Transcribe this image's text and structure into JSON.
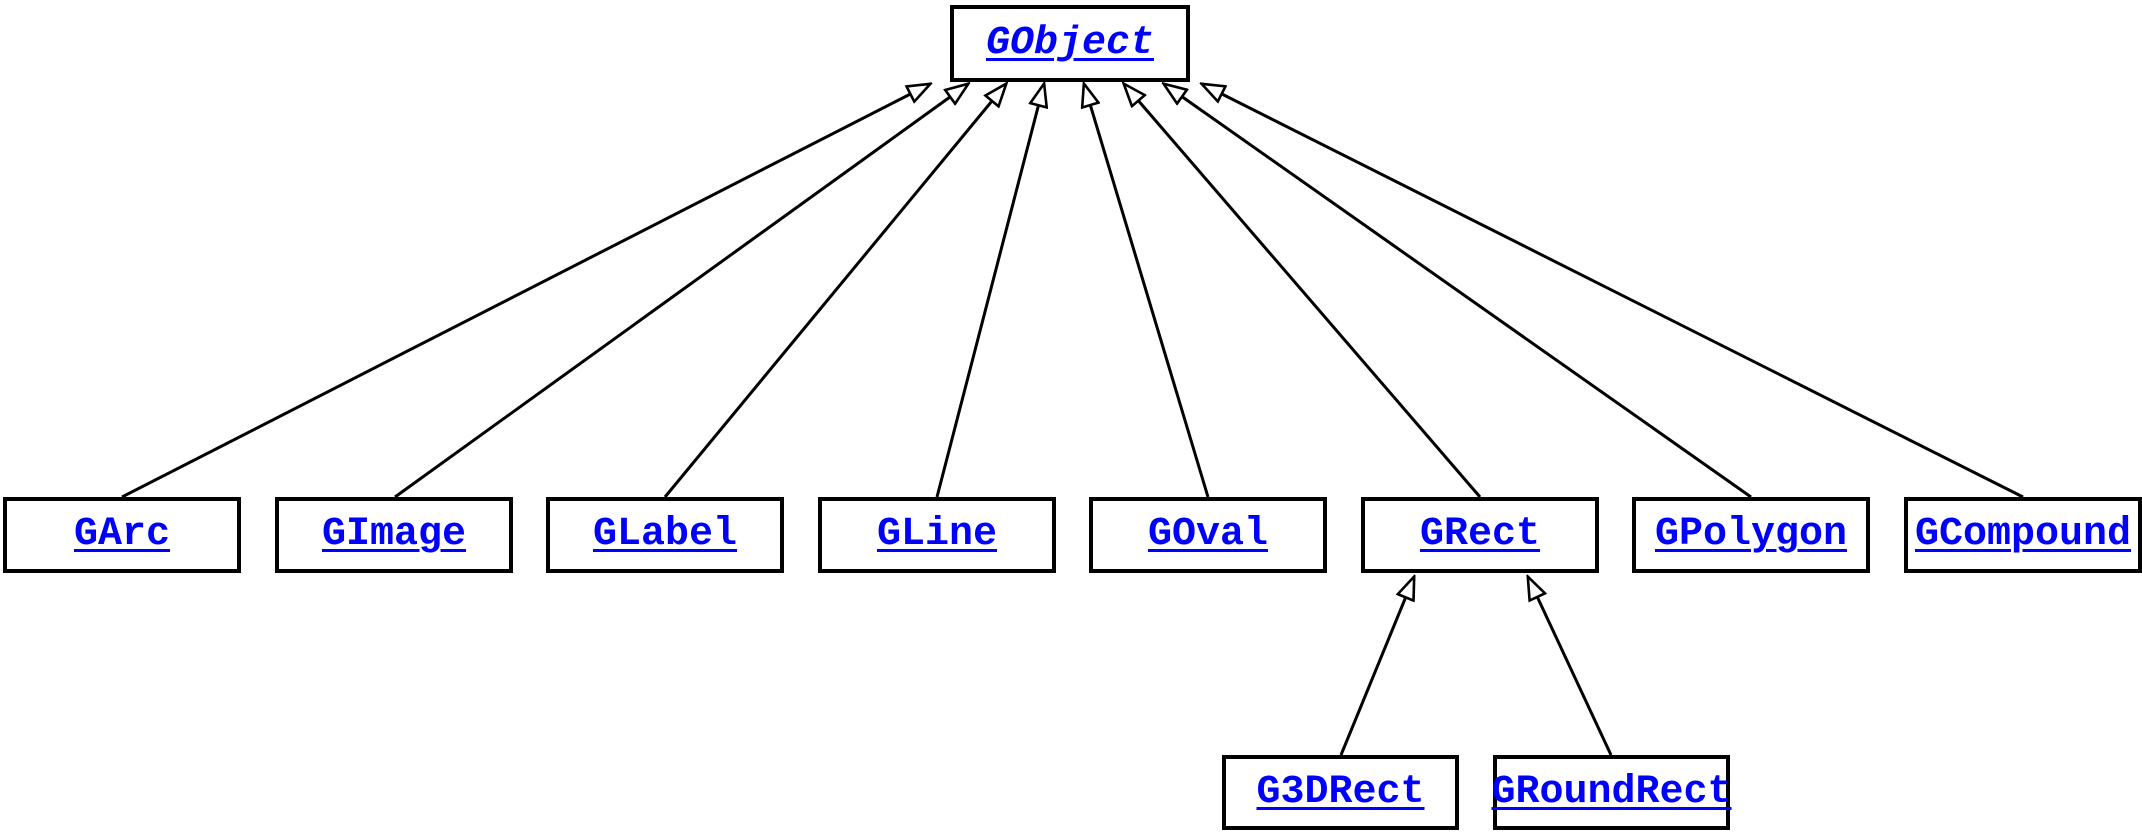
{
  "diagram": {
    "type": "class-inheritance-diagram",
    "root": {
      "label": "GObject",
      "abstract": true
    },
    "children": [
      {
        "label": "GArc",
        "parent": "GObject"
      },
      {
        "label": "GImage",
        "parent": "GObject"
      },
      {
        "label": "GLabel",
        "parent": "GObject"
      },
      {
        "label": "GLine",
        "parent": "GObject"
      },
      {
        "label": "GOval",
        "parent": "GObject"
      },
      {
        "label": "GRect",
        "parent": "GObject"
      },
      {
        "label": "GPolygon",
        "parent": "GObject"
      },
      {
        "label": "GCompound",
        "parent": "GObject"
      }
    ],
    "grect_children": [
      {
        "label": "G3DRect",
        "parent": "GRect"
      },
      {
        "label": "GRoundRect",
        "parent": "GRect"
      }
    ],
    "colors": {
      "link": "#0000ff",
      "line": "#000000",
      "background": "#ffffff",
      "arrowhead_fill": "#ffffff"
    }
  }
}
